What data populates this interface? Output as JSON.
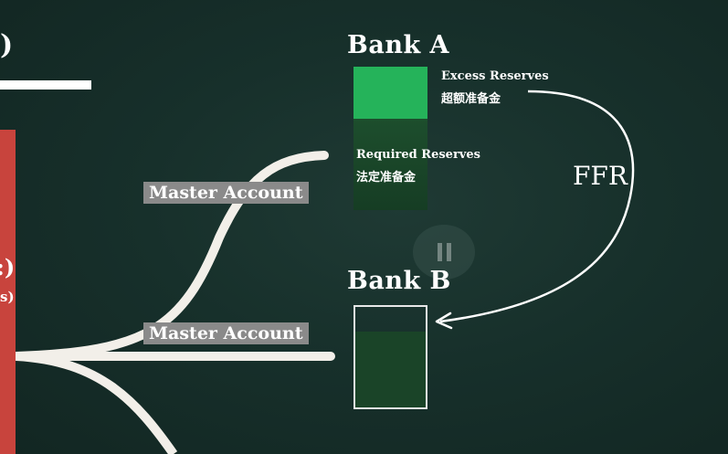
{
  "left_fragments": {
    "top_paren": ")",
    "mid_paren": ":)",
    "sub_text": "s)"
  },
  "bank_a": {
    "title": "Bank A",
    "excess_reserves_en": "Excess Reserves",
    "excess_reserves_zh": "超额准备金",
    "required_reserves_en": "Required Reserves",
    "required_reserves_zh": "法定准备金"
  },
  "bank_b": {
    "title": "Bank B"
  },
  "master_account_labels": [
    "Master Account",
    "Master Account"
  ],
  "ffr_label": "FFR",
  "pause_icon": "pause-icon",
  "colors": {
    "background": "#17302b",
    "excess_fill": "#25b35a",
    "required_fill": "#1c4a2c",
    "bank_b_fill": "#1a4428",
    "red_panel": "#c8443d",
    "line": "#f2efe9",
    "label_bg": "#8a8a8a"
  }
}
